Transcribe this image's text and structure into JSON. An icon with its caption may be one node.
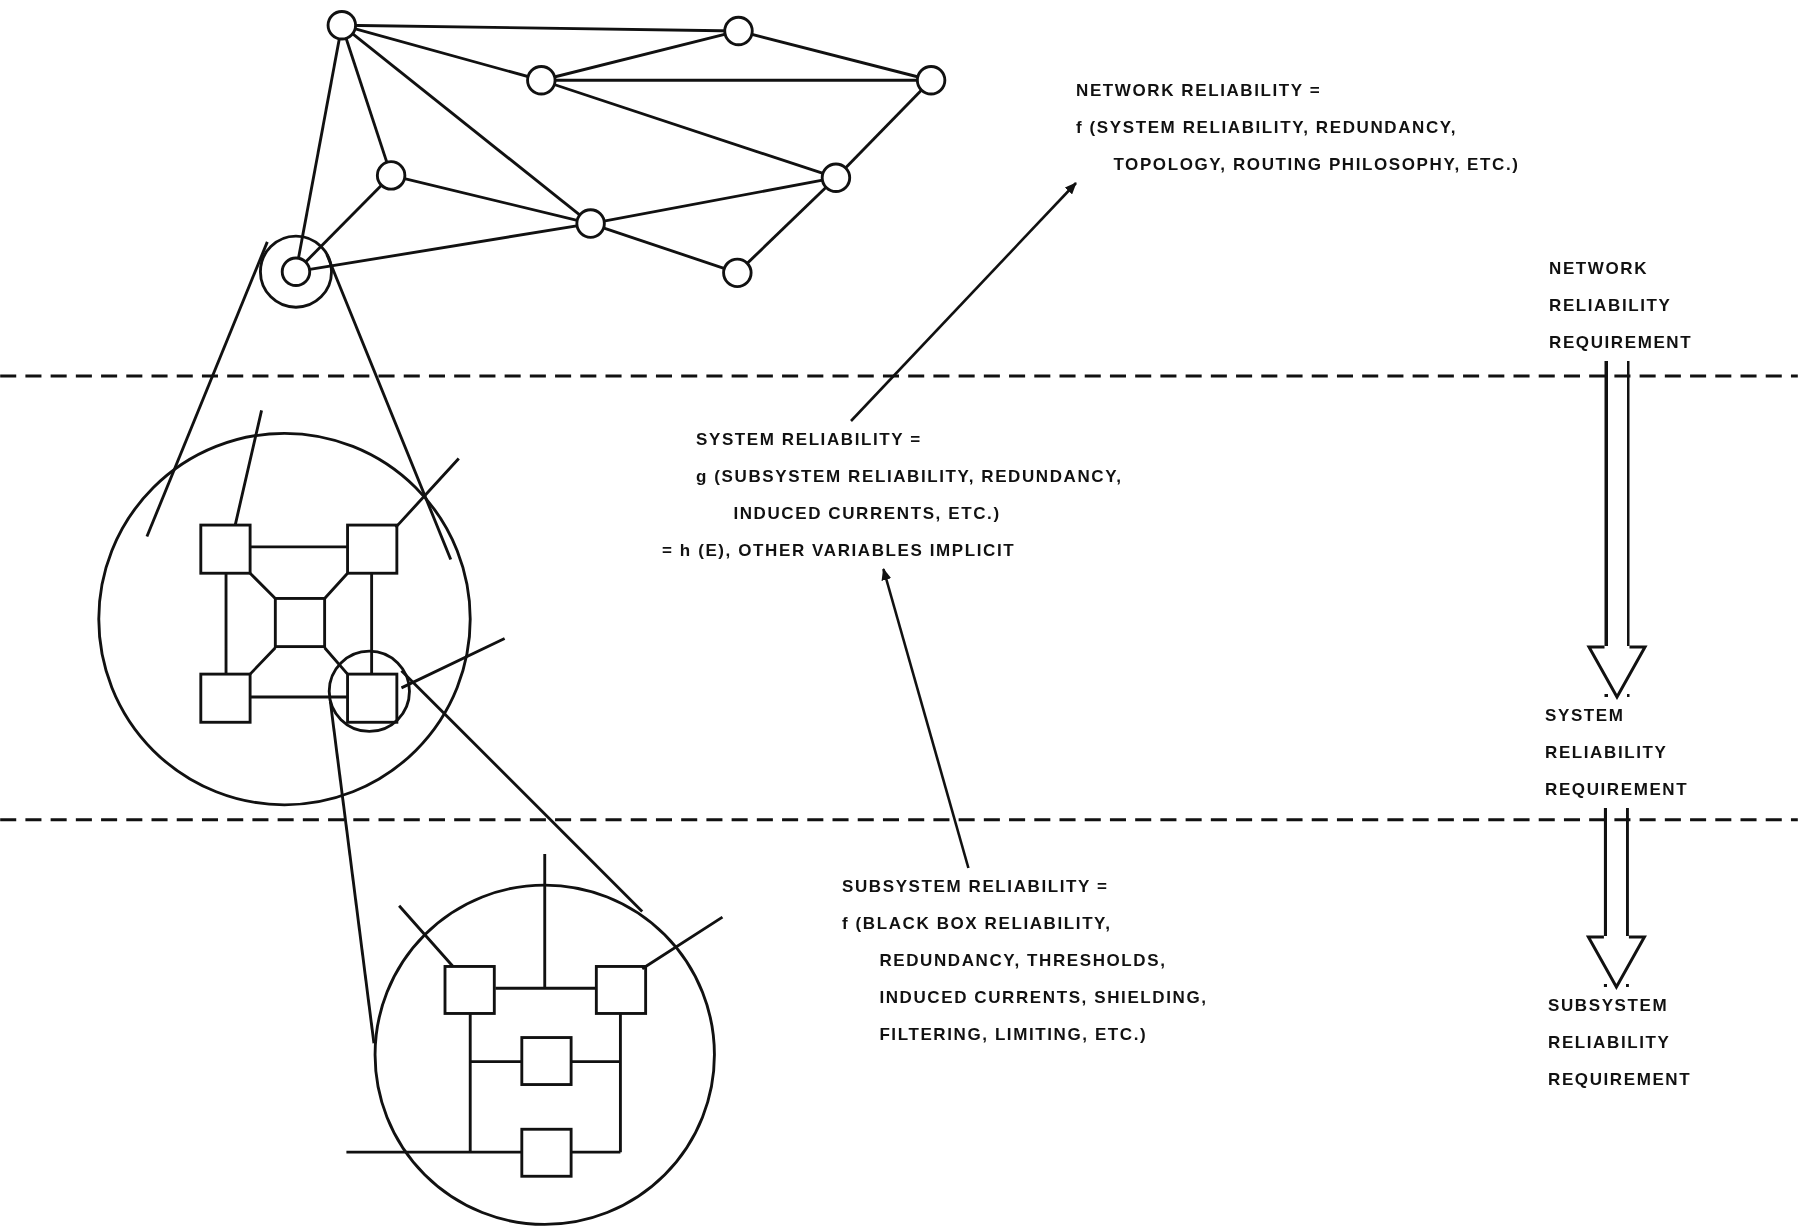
{
  "diagram": {
    "nodes": [
      {
        "text": [
          "NETWORK RELIABILITY =",
          "f (SYSTEM RELIABILITY, REDUNDANCY, TOPOLOGY, ROUTING PHILOSOPHY, ETC.)"
        ]
      },
      {
        "text": [
          "SYSTEM RELIABILITY =",
          "g (SUBSYSTEM RELIABILITY, REDUNDANCY, INDUCED CURRENTS, ETC.)",
          "= h (E), OTHER VARIABLES IMPLICIT"
        ]
      },
      {
        "text": [
          "SUBSYSTEM RELIABILITY =",
          "f (BLACK BOX RELIABILITY, REDUNDANCY, THRESHOLDS, INDUCED CURRENTS, SHIELDING, FILTERING, LIMITING, ETC.)"
        ]
      },
      {
        "text": [
          "NETWORK RELIABILITY REQUIREMENT"
        ]
      },
      {
        "text": [
          "SYSTEM RELIABILITY REQUIREMENT"
        ]
      },
      {
        "text": [
          "SUBSYSTEM RELIABILITY REQUIREMENT"
        ]
      }
    ],
    "edges": [
      {
        "from": 1,
        "to": 0,
        "arrow": "to"
      },
      {
        "from": 2,
        "to": 1,
        "arrow": "to"
      },
      {
        "from": 3,
        "to": 4,
        "arrow": "to",
        "style": "thick"
      },
      {
        "from": 4,
        "to": 5,
        "arrow": "to",
        "style": "thick"
      }
    ]
  }
}
